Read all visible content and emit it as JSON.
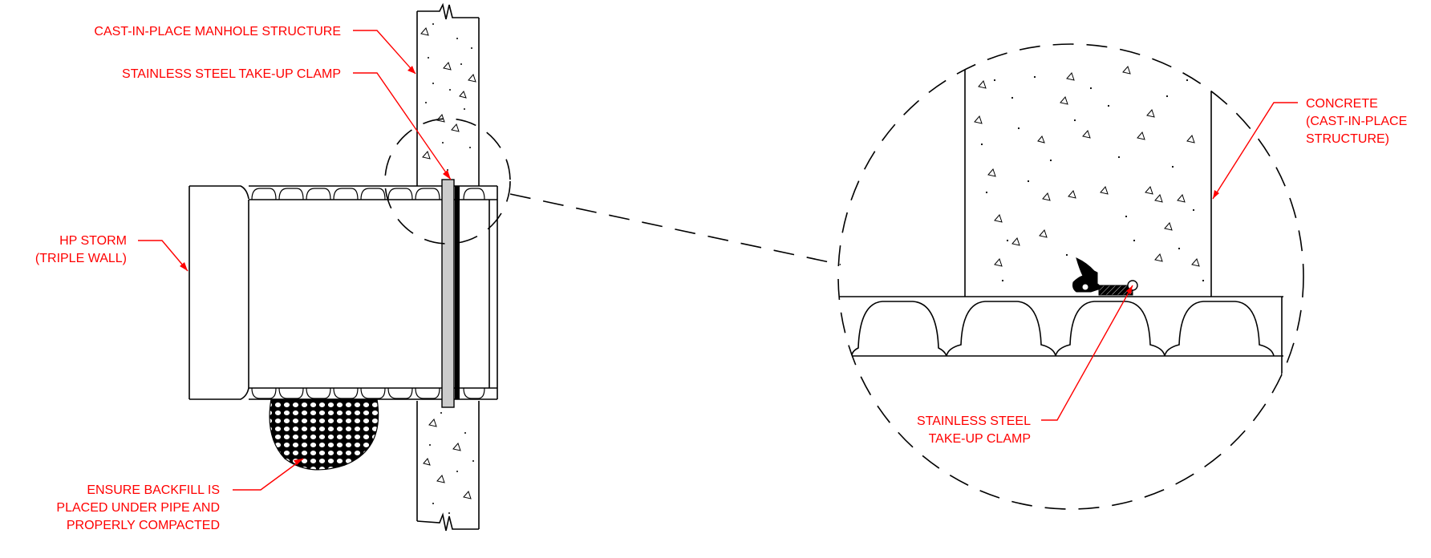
{
  "labels": {
    "manhole_structure": "CAST-IN-PLACE MANHOLE STRUCTURE",
    "clamp_top": "STAINLESS STEEL TAKE-UP CLAMP",
    "hp_storm_1": "HP STORM",
    "hp_storm_2": "(TRIPLE WALL)",
    "backfill_1": "ENSURE BACKFILL IS",
    "backfill_2": "PLACED UNDER PIPE AND",
    "backfill_3": "PROPERLY COMPACTED",
    "concrete_1": "CONCRETE",
    "concrete_2": "(CAST-IN-PLACE",
    "concrete_3": "STRUCTURE)",
    "clamp_detail_1": "STAINLESS STEEL",
    "clamp_detail_2": "TAKE-UP CLAMP"
  },
  "colors": {
    "annotation": "#ff0000",
    "linework": "#000000",
    "clamp_fill": "#cccccc"
  }
}
